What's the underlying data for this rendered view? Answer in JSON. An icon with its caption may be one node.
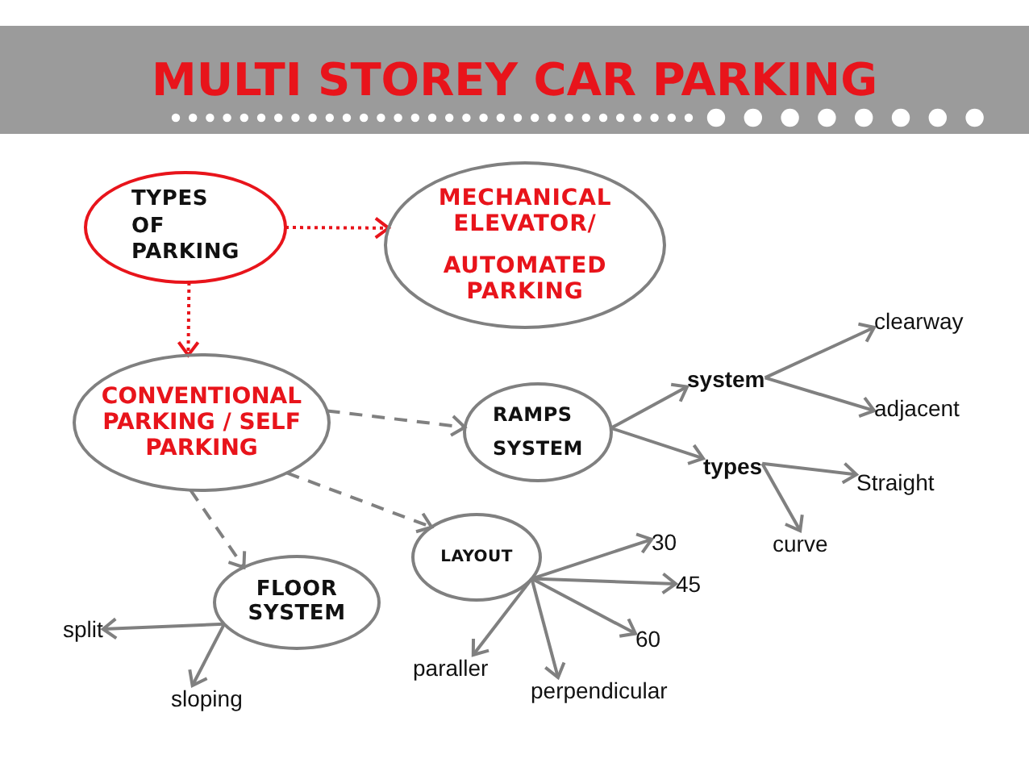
{
  "diagram": {
    "title": "MULTI STOREY CAR PARKING",
    "nodes": [
      {
        "text": [
          "TYPES OF PARKING"
        ]
      },
      {
        "text": [
          "MECHANICAL ELEVATOR/",
          "AUTOMATED PARKING"
        ]
      },
      {
        "text": [
          "CONVENTIONAL PARKING / SELF PARKING"
        ]
      },
      {
        "text": [
          "RAMPS SYSTEM"
        ]
      },
      {
        "text": [
          "LAYOUT"
        ]
      },
      {
        "text": [
          "FLOOR SYSTEM"
        ]
      },
      {
        "text": [
          "system"
        ]
      },
      {
        "text": [
          "types"
        ]
      },
      {
        "text": [
          "clearway"
        ]
      },
      {
        "text": [
          "adjacent"
        ]
      },
      {
        "text": [
          "Straight"
        ]
      },
      {
        "text": [
          "curve"
        ]
      },
      {
        "text": [
          "30"
        ]
      },
      {
        "text": [
          "45"
        ]
      },
      {
        "text": [
          "60"
        ]
      },
      {
        "text": [
          "perpendicular"
        ]
      },
      {
        "text": [
          "paraller"
        ]
      },
      {
        "text": [
          "split"
        ]
      },
      {
        "text": [
          "sloping"
        ]
      }
    ],
    "edges": [
      {
        "from": 0,
        "to": 1,
        "arrow": "to",
        "style": "dashed",
        "color": "#e8141b"
      },
      {
        "from": 0,
        "to": 2,
        "arrow": "to",
        "style": "dashed",
        "color": "#e8141b"
      },
      {
        "from": 2,
        "to": 3,
        "arrow": "to",
        "style": "dashed"
      },
      {
        "from": 2,
        "to": 4,
        "arrow": "to",
        "style": "dashed"
      },
      {
        "from": 2,
        "to": 5,
        "arrow": "to",
        "style": "dashed"
      },
      {
        "from": 3,
        "to": 6,
        "arrow": "to"
      },
      {
        "from": 3,
        "to": 7,
        "arrow": "to"
      },
      {
        "from": 6,
        "to": 8,
        "arrow": "to"
      },
      {
        "from": 6,
        "to": 9,
        "arrow": "to"
      },
      {
        "from": 7,
        "to": 10,
        "arrow": "to"
      },
      {
        "from": 7,
        "to": 11,
        "arrow": "to"
      },
      {
        "from": 4,
        "to": 12,
        "arrow": "to"
      },
      {
        "from": 4,
        "to": 13,
        "arrow": "to"
      },
      {
        "from": 4,
        "to": 14,
        "arrow": "to"
      },
      {
        "from": 4,
        "to": 15,
        "arrow": "to"
      },
      {
        "from": 4,
        "to": 16,
        "arrow": "to"
      },
      {
        "from": 5,
        "to": 17,
        "arrow": "to"
      },
      {
        "from": 5,
        "to": 18,
        "arrow": "to"
      }
    ]
  }
}
